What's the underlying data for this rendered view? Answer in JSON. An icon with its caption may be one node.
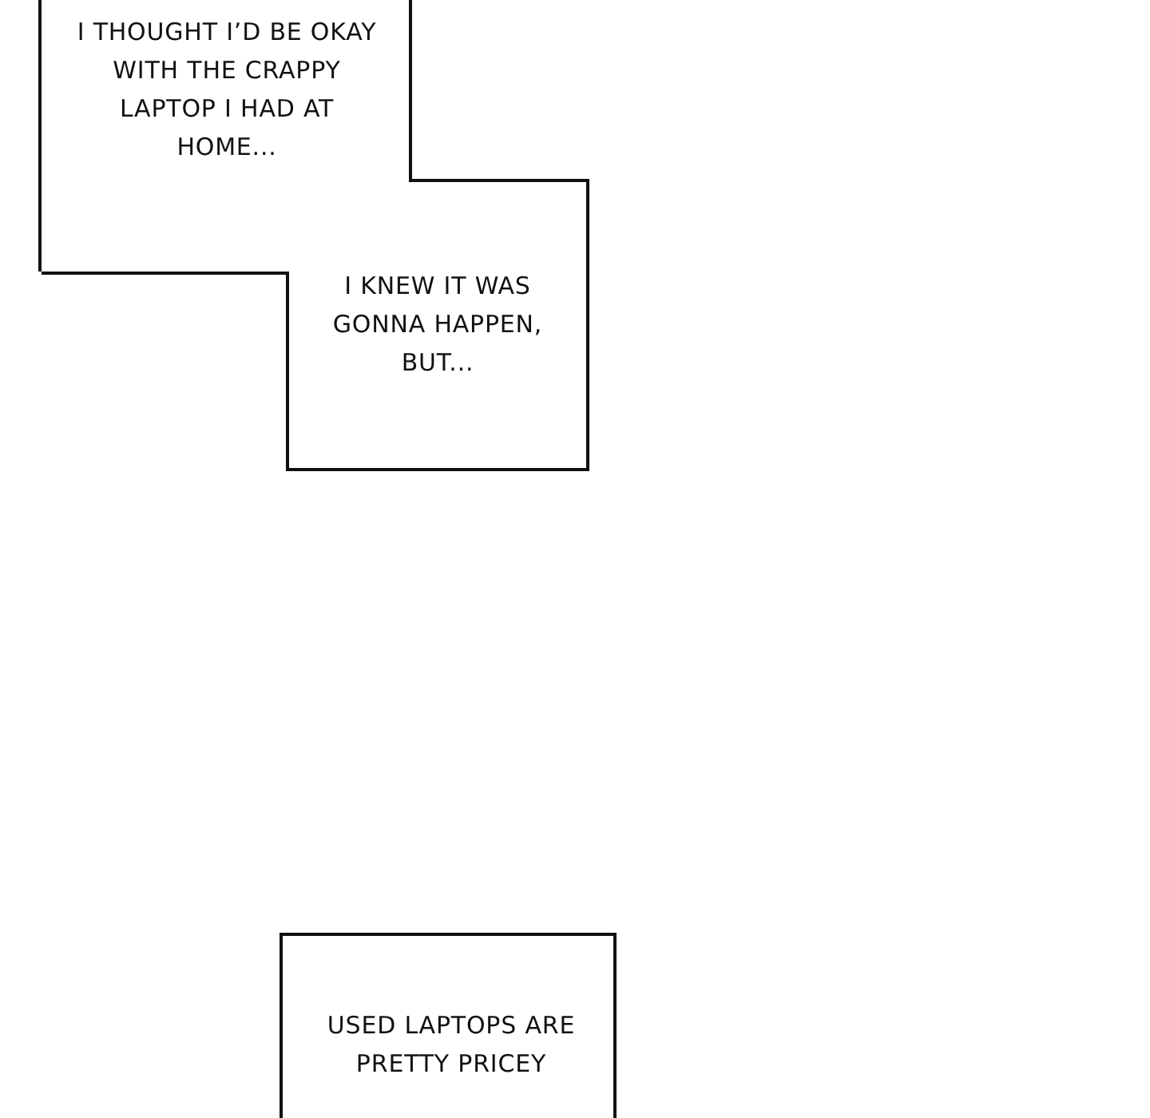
{
  "diagram": {
    "nodes": [
      {
        "text": [
          "I THOUGHT I’D BE OKAY WITH THE CRAPPY LAPTOP I HAD AT HOME..."
        ]
      },
      {
        "text": [
          "I KNEW IT WAS GONNA HAPPEN, BUT..."
        ]
      },
      {
        "text": [
          "USED LAPTOPS ARE PRETTY PRICEY"
        ]
      }
    ]
  }
}
